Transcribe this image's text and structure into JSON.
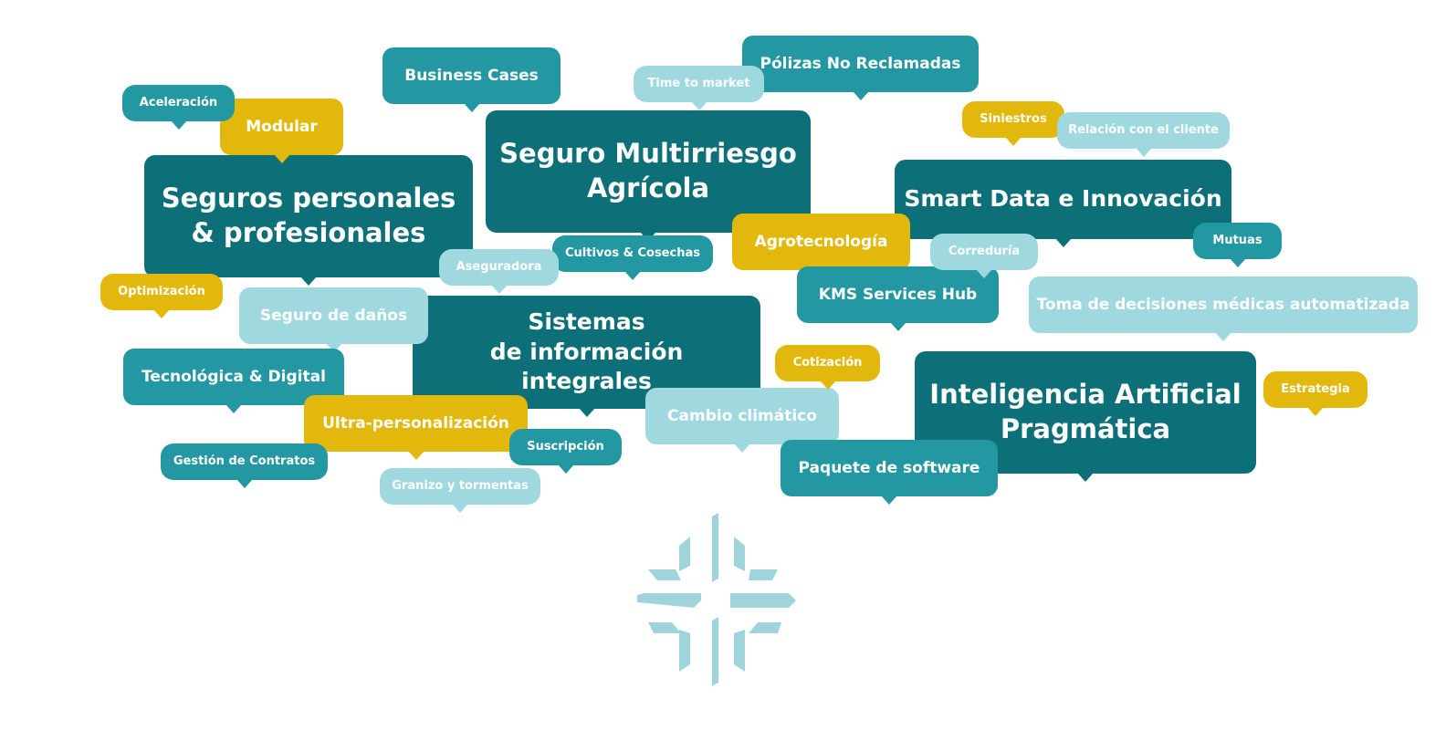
{
  "colors": {
    "dark_teal": "#0d6f78",
    "teal": "#2398a3",
    "light_teal": "#9fd9df",
    "gold": "#e2b80c",
    "logo": "#9fd4db"
  },
  "icons": {
    "logo": "cross-star-logo-icon"
  },
  "bubbles": [
    {
      "id": "aceleracion",
      "text": "Aceleración",
      "color": "teal"
    },
    {
      "id": "modular",
      "text": "Modular",
      "color": "gold"
    },
    {
      "id": "business-cases",
      "text": "Business Cases",
      "color": "teal"
    },
    {
      "id": "time-to-market",
      "text": "Time to market",
      "color": "light_teal"
    },
    {
      "id": "polizas-no-reclamadas",
      "text": "Pólizas No Reclamadas",
      "color": "teal"
    },
    {
      "id": "siniestros",
      "text": "Siniestros",
      "color": "gold"
    },
    {
      "id": "relacion-cliente",
      "text": "Relación con el cliente",
      "color": "light_teal"
    },
    {
      "id": "seguros-personales",
      "text": "Seguros personales\n& profesionales",
      "color": "dark_teal"
    },
    {
      "id": "seguro-multirriesgo",
      "text": "Seguro Multirriesgo\nAgrícola",
      "color": "dark_teal"
    },
    {
      "id": "smart-data",
      "text": "Smart Data e Innovación",
      "color": "dark_teal"
    },
    {
      "id": "agrotecnologia",
      "text": "Agrotecnología",
      "color": "gold"
    },
    {
      "id": "correduria",
      "text": "Correduría",
      "color": "light_teal"
    },
    {
      "id": "mutuas",
      "text": "Mutuas",
      "color": "teal"
    },
    {
      "id": "cultivos-cosechas",
      "text": "Cultivos & Cosechas",
      "color": "teal"
    },
    {
      "id": "aseguradora",
      "text": "Aseguradora",
      "color": "light_teal"
    },
    {
      "id": "optimizacion",
      "text": "Optimización",
      "color": "gold"
    },
    {
      "id": "seguro-danos",
      "text": "Seguro de daños",
      "color": "light_teal"
    },
    {
      "id": "kms-services-hub",
      "text": "KMS Services Hub",
      "color": "teal"
    },
    {
      "id": "toma-decisiones",
      "text": "Toma de decisiones médicas automatizada",
      "color": "light_teal"
    },
    {
      "id": "sistemas-informacion",
      "text": "Sistemas\nde información integrales",
      "color": "dark_teal"
    },
    {
      "id": "tecnologica-digital",
      "text": "Tecnológica & Digital",
      "color": "teal"
    },
    {
      "id": "cotizacion",
      "text": "Cotización",
      "color": "gold"
    },
    {
      "id": "inteligencia-artificial",
      "text": "Inteligencia Artificial\nPragmática",
      "color": "dark_teal"
    },
    {
      "id": "estrategia",
      "text": "Estrategia",
      "color": "gold"
    },
    {
      "id": "ultra-personalizacion",
      "text": "Ultra-personalización",
      "color": "gold"
    },
    {
      "id": "cambio-climatico",
      "text": "Cambio climático",
      "color": "light_teal"
    },
    {
      "id": "suscripcion",
      "text": "Suscripción",
      "color": "teal"
    },
    {
      "id": "gestion-contratos",
      "text": "Gestión de Contratos",
      "color": "teal"
    },
    {
      "id": "paquete-software",
      "text": "Paquete de software",
      "color": "teal"
    },
    {
      "id": "granizo-tormentas",
      "text": "Granizo y tormentas",
      "color": "light_teal"
    }
  ]
}
